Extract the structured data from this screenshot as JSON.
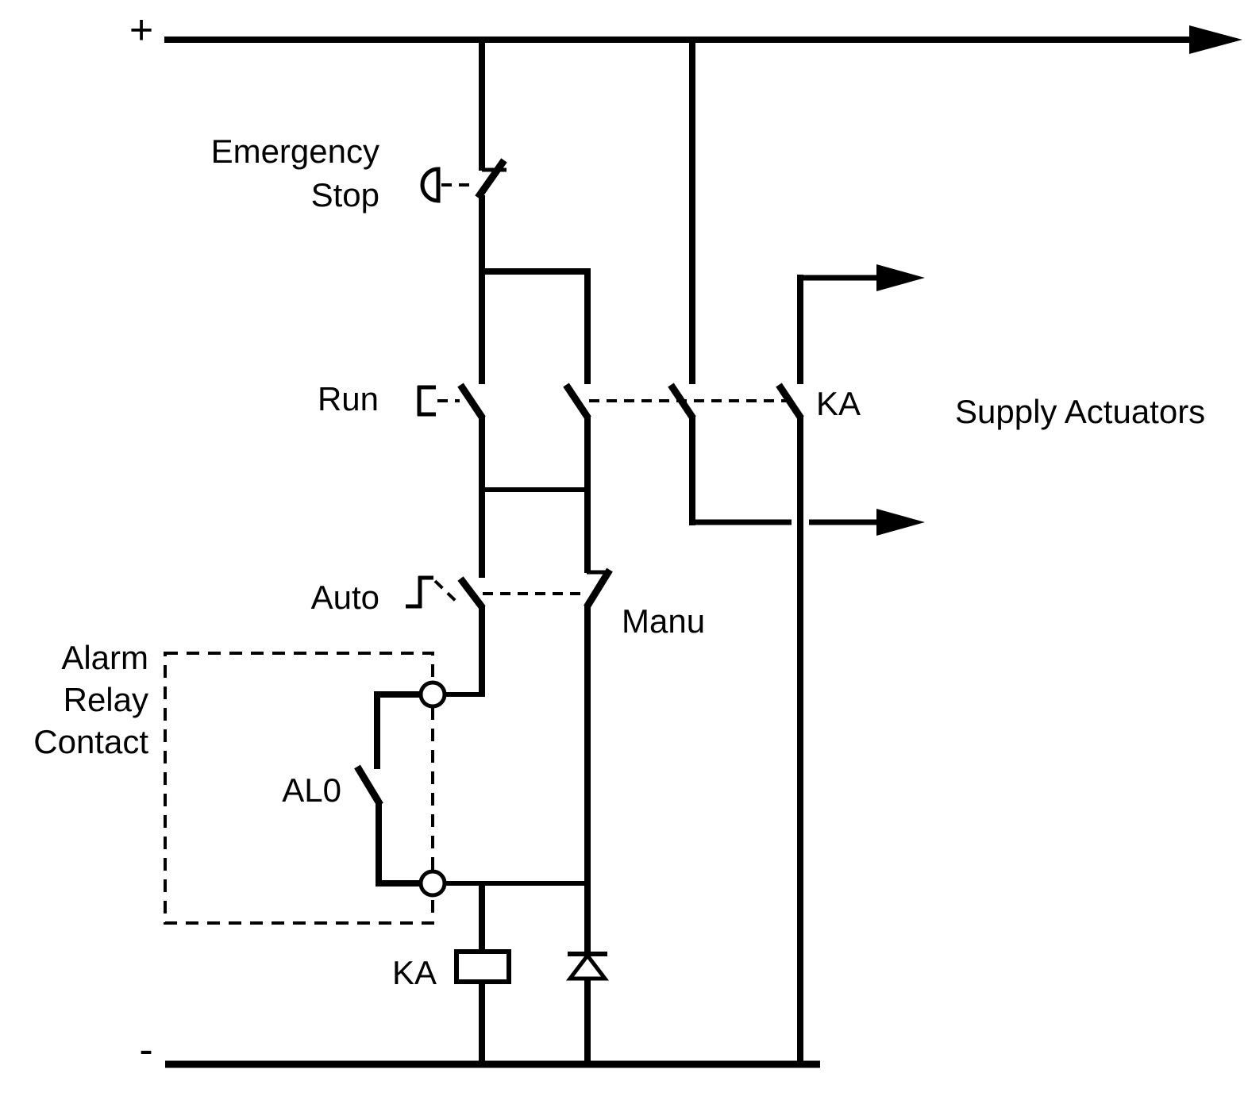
{
  "diagram": {
    "type": "electrical-control-schematic",
    "colors": {
      "line": "#000000",
      "background": "#ffffff"
    },
    "rails": {
      "positive_label": "+",
      "negative_label": "-"
    },
    "labels": {
      "emergency_stop_line1": "Emergency",
      "emergency_stop_line2": "Stop",
      "run": "Run",
      "auto": "Auto",
      "manu": "Manu",
      "ka_contact": "KA",
      "supply_actuators": "Supply Actuators",
      "alarm_relay_line1": "Alarm",
      "alarm_relay_line2": "Relay",
      "alarm_relay_line3": "Contact",
      "al0_contact": "AL0",
      "ka_coil": "KA"
    },
    "components": {
      "emergency_stop": {
        "kind": "mushroom-head NC pushbutton",
        "label_ref": "emergency_stop"
      },
      "run_button": {
        "kind": "NO pushbutton contact",
        "label_ref": "run"
      },
      "ka_hold_contact": {
        "kind": "NO relay contact (mechanically linked)",
        "label_ref": "ka_contact"
      },
      "auto_contact": {
        "kind": "NO selector contact",
        "label_ref": "auto"
      },
      "manu_contact": {
        "kind": "NC selector contact",
        "label_ref": "manu"
      },
      "al0_contact": {
        "kind": "NO alarm relay contact inside dashed enclosure",
        "label_ref": "al0_contact"
      },
      "ka_coil": {
        "kind": "relay coil",
        "label_ref": "ka_coil"
      },
      "flyback_diode": {
        "kind": "diode across coil branch"
      },
      "supply_outputs": {
        "kind": "two arrow outputs to actuators",
        "label_ref": "supply_actuators"
      }
    }
  }
}
